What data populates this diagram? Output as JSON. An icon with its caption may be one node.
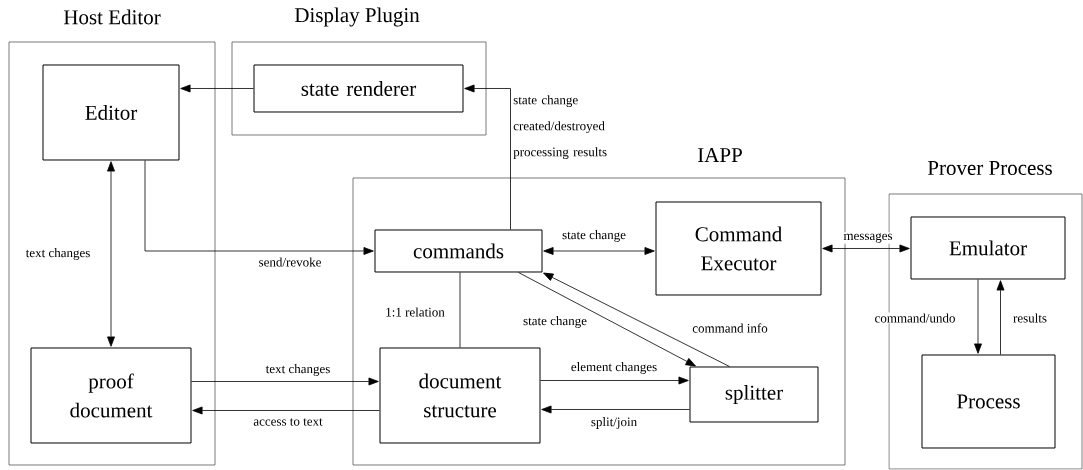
{
  "diagram": {
    "nodes": [
      {
        "text": [
          "Host Editor"
        ]
      },
      {
        "text": [
          "Editor"
        ],
        "in": 0
      },
      {
        "text": [
          "proof document"
        ],
        "in": 0
      },
      {
        "text": [
          "Display Plugin"
        ]
      },
      {
        "text": [
          "state renderer"
        ],
        "in": 3
      },
      {
        "text": [
          "IAPP"
        ]
      },
      {
        "text": [
          "commands"
        ],
        "in": 5
      },
      {
        "text": [
          "Command Executor"
        ],
        "in": 5
      },
      {
        "text": [
          "document structure"
        ],
        "in": 5
      },
      {
        "text": [
          "splitter"
        ],
        "in": 5
      },
      {
        "text": [
          "Prover Process"
        ]
      },
      {
        "text": [
          "Emulator"
        ],
        "in": 10
      },
      {
        "text": [
          "Process"
        ],
        "in": 10
      }
    ],
    "edges": [
      {
        "from": 4,
        "to": 1,
        "arrow": "to"
      },
      {
        "from": 6,
        "to": 4,
        "arrow": "to",
        "label": "state change created/destroyed processing results"
      },
      {
        "from": 1,
        "to": 6,
        "arrow": "to",
        "label": "send/revoke"
      },
      {
        "from": 1,
        "to": 2,
        "arrow": "both",
        "label": "text changes"
      },
      {
        "from": 2,
        "to": 8,
        "arrow": "to",
        "label": "text changes"
      },
      {
        "from": 8,
        "to": 2,
        "arrow": "to",
        "label": "access to text"
      },
      {
        "from": 6,
        "to": 7,
        "arrow": "both",
        "label": "state change"
      },
      {
        "from": 6,
        "to": 8,
        "arrow": "none",
        "label": "1:1 relation"
      },
      {
        "from": 6,
        "to": 9,
        "arrow": "to",
        "label": "state change"
      },
      {
        "from": 9,
        "to": 6,
        "arrow": "to",
        "label": "command info"
      },
      {
        "from": 8,
        "to": 9,
        "arrow": "to",
        "label": "element changes"
      },
      {
        "from": 9,
        "to": 8,
        "arrow": "to",
        "label": "split/join"
      },
      {
        "from": 7,
        "to": 11,
        "arrow": "both",
        "label": "messages"
      },
      {
        "from": 11,
        "to": 12,
        "arrow": "to",
        "label": "command/undo"
      },
      {
        "from": 12,
        "to": 11,
        "arrow": "to",
        "label": "results"
      }
    ]
  }
}
